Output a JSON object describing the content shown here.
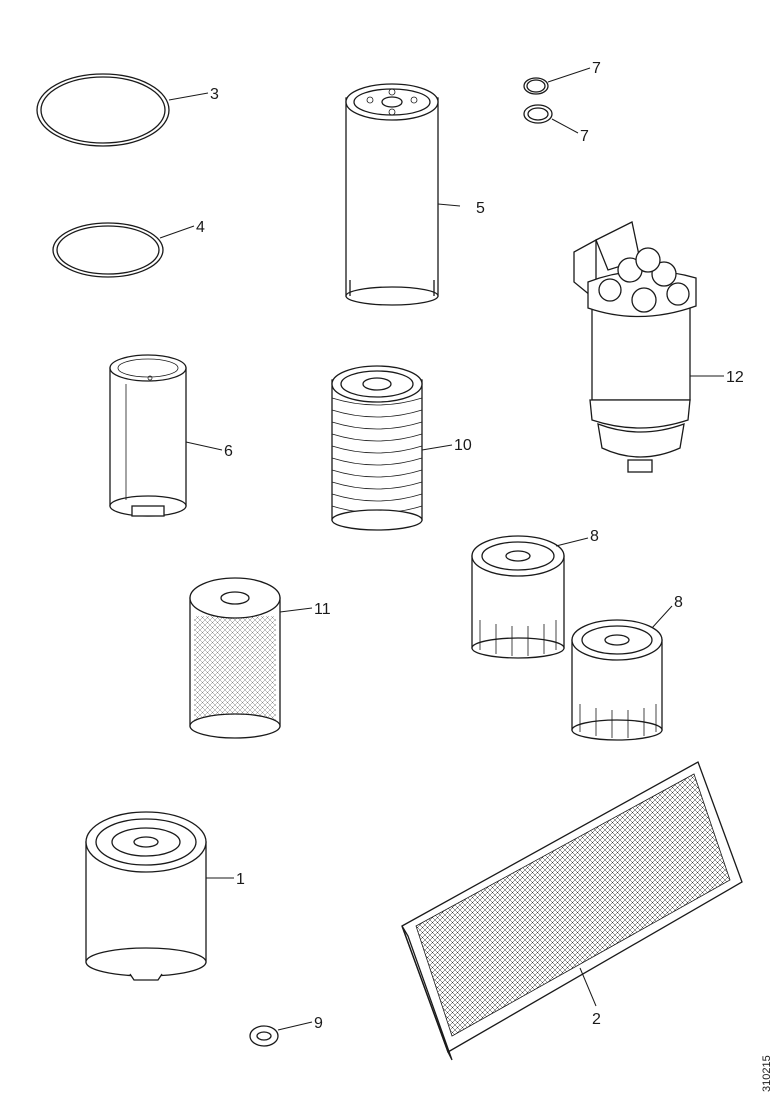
{
  "callouts": {
    "p1": "1",
    "p2": "2",
    "p3": "3",
    "p4": "4",
    "p5": "5",
    "p6": "6",
    "p7a": "7",
    "p7b": "7",
    "p8a": "8",
    "p8b": "8",
    "p9": "9",
    "p10": "10",
    "p11": "11",
    "p12": "12"
  },
  "figure_id": "310215"
}
